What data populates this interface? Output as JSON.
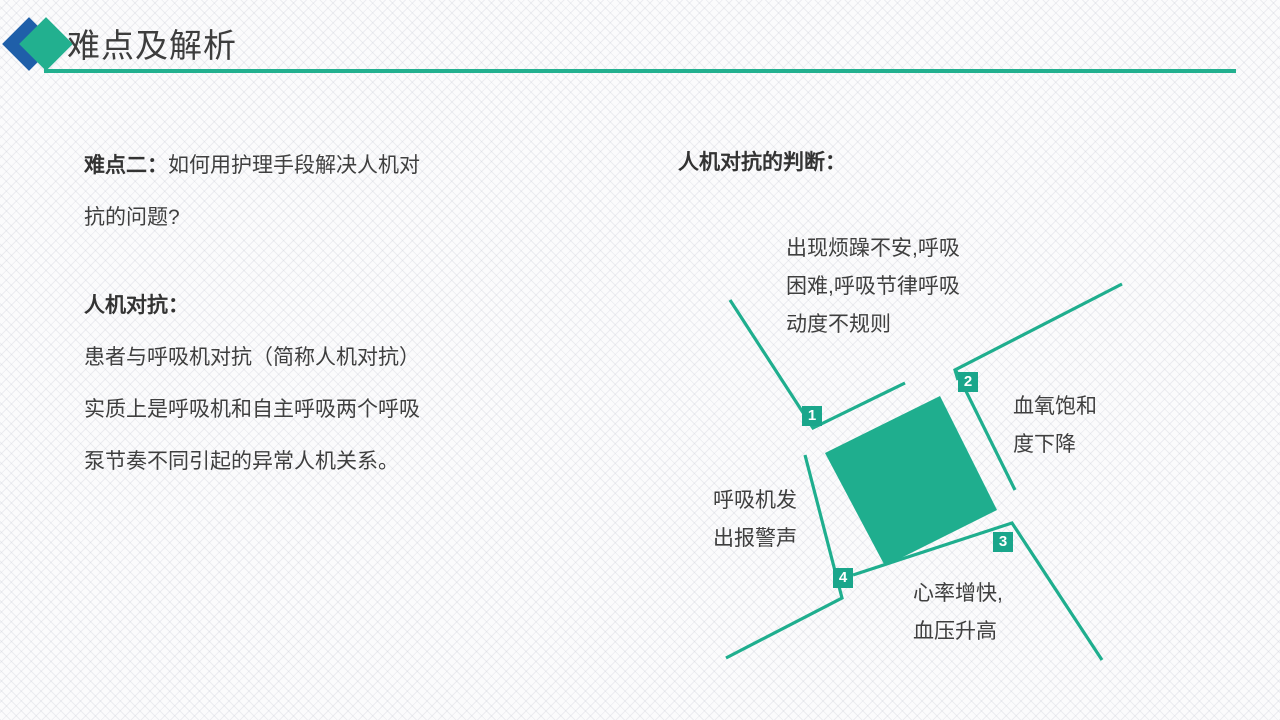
{
  "header": {
    "title": "难点及解析",
    "accent_color": "#22b08f",
    "secondary_color": "#1f5fa9",
    "left_diamond_icon": "diamond-shape",
    "right_diamond_icon": "diamond-shape"
  },
  "left_column": {
    "question": {
      "lead": "难点二：",
      "line1_rest": "如何用护理手段解决人机对",
      "line2": "抗的问题?"
    },
    "concept": {
      "heading": " 人机对抗：",
      "line1": "患者与呼吸机对抗（简称人机对抗）",
      "line2": "实质上是呼吸机和自主呼吸两个呼吸",
      "line3": "泵节奏不同引起的异常人机关系。"
    }
  },
  "right_column": {
    "heading": "人机对抗的判断："
  },
  "diagram": {
    "center_shape": "rotated-square",
    "center_color": "#1fae8e",
    "line_color": "#1fae8e",
    "badge_color": "#1aa68b",
    "items": [
      {
        "number": "1",
        "line1": "出现烦躁不安,呼吸",
        "line2": "困难,呼吸节律呼吸",
        "line3": "动度不规则"
      },
      {
        "number": "2",
        "line1": "血氧饱和",
        "line2": "度下降",
        "line3": ""
      },
      {
        "number": "3",
        "line1": "心率增快,",
        "line2": "血压升高",
        "line3": ""
      },
      {
        "number": "4",
        "line1": "呼吸机发",
        "line2": "出报警声",
        "line3": ""
      }
    ]
  }
}
